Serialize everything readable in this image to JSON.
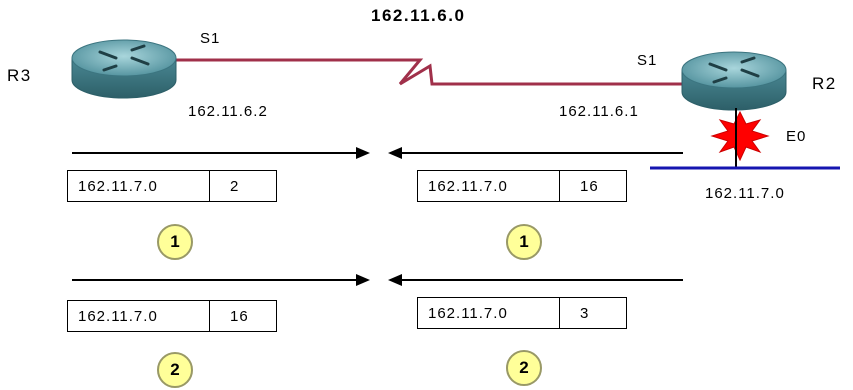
{
  "network_label": "162.11.6.0",
  "routers": {
    "r3": {
      "name": "R3",
      "serial_label": "S1",
      "ip": "162.11.6.2"
    },
    "r2": {
      "name": "R2",
      "serial_label": "S1",
      "ip": "162.11.6.1",
      "ethernet_label": "E0",
      "lan_network": "162.11.7.0"
    }
  },
  "updates": {
    "step1": {
      "badge": "1",
      "left": {
        "network": "162.11.7.0",
        "hops": "2"
      },
      "right": {
        "network": "162.11.7.0",
        "hops": "16"
      }
    },
    "step2": {
      "badge": "2",
      "left": {
        "network": "162.11.7.0",
        "hops": "16"
      },
      "right": {
        "network": "162.11.7.0",
        "hops": "3"
      }
    }
  },
  "colors": {
    "serial_link": "#a0304a",
    "lan_line": "#1515b0",
    "failure_star": "#ff0000",
    "badge_fill": "#ffff99",
    "router_body": "#5a9aa6"
  },
  "icons": {
    "router": "router-icon",
    "failure": "link-failure-burst-icon",
    "arrow": "arrow-icon"
  }
}
